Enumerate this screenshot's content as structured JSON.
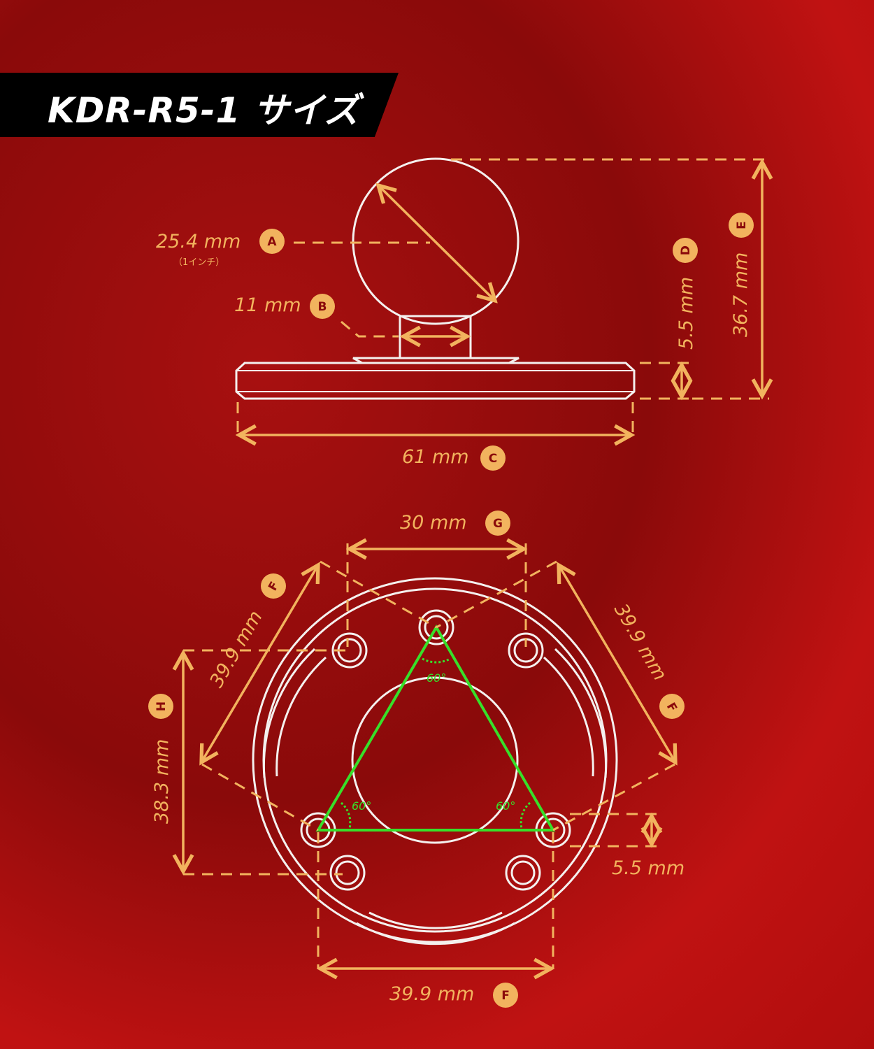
{
  "title": "KDR-R5-1 サイズ",
  "dimensions": {
    "A": {
      "badge": "A",
      "value": "25.4 mm",
      "note": "（1インチ）"
    },
    "B": {
      "badge": "B",
      "value": "11 mm"
    },
    "C": {
      "badge": "C",
      "value": "61 mm"
    },
    "D": {
      "badge": "D",
      "value": "5.5 mm"
    },
    "E": {
      "badge": "E",
      "value": "36.7 mm"
    },
    "F_left": {
      "badge": "F",
      "value": "39.9 mm"
    },
    "F_right": {
      "badge": "F",
      "value": "39.9 mm"
    },
    "F_bottom": {
      "badge": "F",
      "value": "39.9 mm"
    },
    "G": {
      "badge": "G",
      "value": "30 mm"
    },
    "H": {
      "badge": "H",
      "value": "38.3 mm"
    },
    "hole": {
      "value": "5.5 mm"
    }
  },
  "angles": {
    "top": "60°",
    "left": "60°",
    "right": "60°"
  },
  "colors": {
    "accent": "#f2b35e",
    "outline": "#f4f0ee",
    "triangle": "#37e02a",
    "banner": "#000000"
  }
}
